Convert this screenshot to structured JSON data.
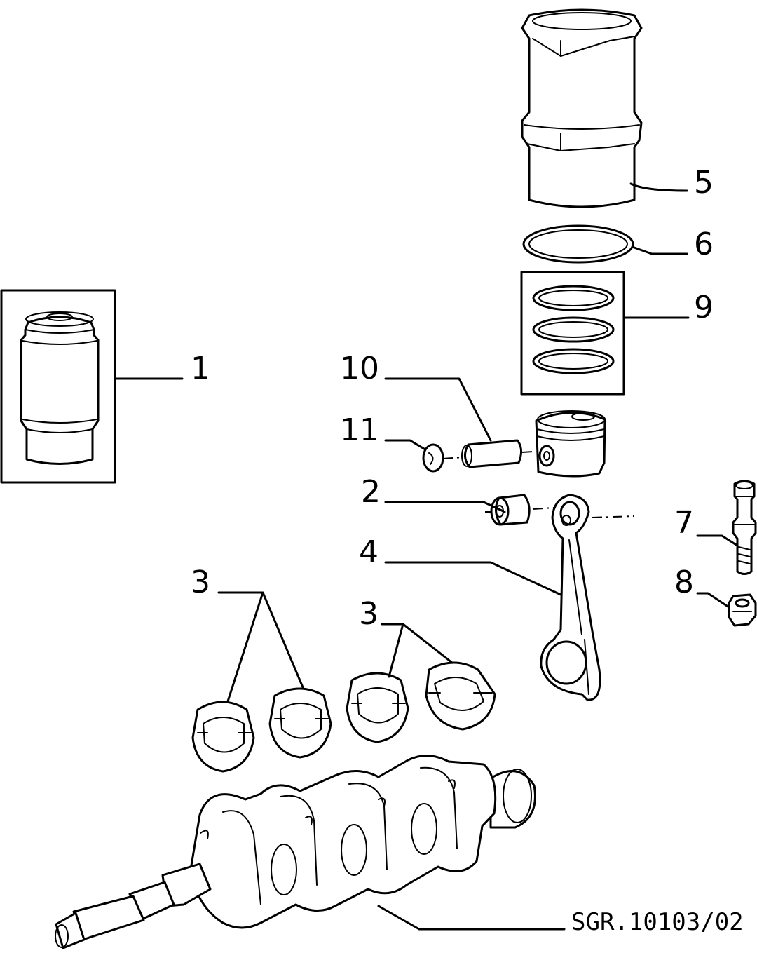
{
  "callouts": {
    "c1": "1",
    "c2": "2",
    "c3a": "3",
    "c3b": "3",
    "c4": "4",
    "c5": "5",
    "c6": "6",
    "c7": "7",
    "c8": "8",
    "c9": "9",
    "c10": "10",
    "c11": "11"
  },
  "reference_code": "SGR.10103/02"
}
